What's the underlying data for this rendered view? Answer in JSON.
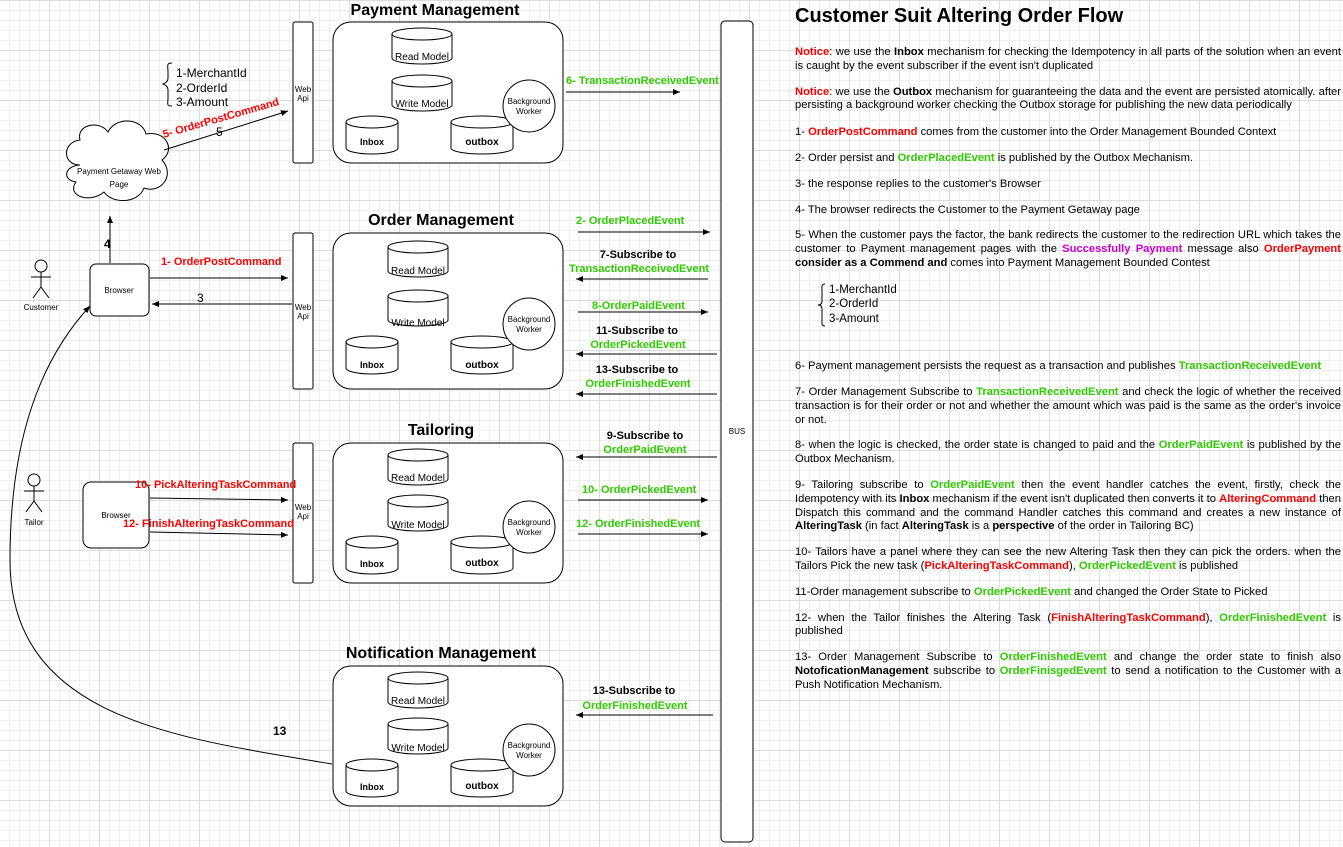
{
  "diagram": {
    "contexts": [
      {
        "title": "Payment Management",
        "read_model": "Read Model",
        "write_model": "Write Model",
        "inbox": "Inbox",
        "outbox": "outbox",
        "worker": [
          "Background",
          "Worker"
        ]
      },
      {
        "title": "Order Management",
        "read_model": "Read Model",
        "write_model": "Write Model",
        "inbox": "Inbox",
        "outbox": "outbox",
        "worker": [
          "Background",
          "Worker"
        ]
      },
      {
        "title": "Tailoring",
        "read_model": "Read Model",
        "write_model": "Write Model",
        "inbox": "Inbox",
        "outbox": "outbox",
        "worker": [
          "Background",
          "Worker"
        ]
      },
      {
        "title": "Notification Management",
        "read_model": "Read Model",
        "write_model": "Write Model",
        "inbox": "Inbox",
        "outbox": "outbox",
        "worker": [
          "Background",
          "Worker"
        ]
      }
    ],
    "webapi": [
      "Web",
      "Api"
    ],
    "bus": "BUS",
    "customer": "Customer",
    "tailor": "Tailor",
    "browser": "Browser",
    "gateway": [
      "Payment Getaway Web",
      "Page"
    ],
    "params": [
      "1-MerchantId",
      "2-OrderId",
      "3-Amount"
    ],
    "left_labels": {
      "orderpost_to_payment": "5- OrderPostCommand",
      "five": "5",
      "orderpost": "1- OrderPostCommand",
      "three": "3",
      "four": "4",
      "pick": "10- PickAlteringTaskCommand",
      "finish": "12- FinishAlteringTaskCommand",
      "thirteen": "13"
    },
    "bus_labels": {
      "l6": "6- TransactionReceivedEvent",
      "l2": "2- OrderPlacedEvent",
      "l7a": "7-Subscribe to",
      "l7b": "TransactionReceivedEvent",
      "l8": "8-OrderPaidEvent",
      "l11a": "11-Subscribe to",
      "l11b": "OrderPickedEvent",
      "l13a": "13-Subscribe to",
      "l13b": "OrderFinishedEvent",
      "l9a": "9-Subscribe to",
      "l9b": "OrderPaidEvent",
      "l10": "10- OrderPickedEvent",
      "l12": "12- OrderFinishedEvent",
      "n13a": "13-Subscribe to",
      "n13b": "OrderFinishedEvent"
    }
  },
  "panel": {
    "title": "Customer Suit Altering Order Flow",
    "notice_label": "Notice",
    "notice1": [
      ": we use the ",
      "Inbox",
      " mechanism for checking the Idempotency in all parts of the solution when an event is caught by the event subscriber if the event isn't duplicated"
    ],
    "notice2": [
      ": we use the ",
      "Outbox",
      " mechanism for guaranteeing the data and the event are persisted atomically. after persisting a background worker checking the Outbox storage for publishing the new data periodically"
    ],
    "s1": [
      "1- ",
      "OrderPostCommand",
      " comes from the customer into the Order Management Bounded Context"
    ],
    "s2": [
      "2-  Order persist and ",
      "OrderPlacedEvent",
      " is published by the Outbox Mechanism."
    ],
    "s3": "3- the response replies to the customer's Browser",
    "s4": "4- The browser redirects the Customer to the Payment Getaway page",
    "s5": [
      "5- When the customer pays the factor, the bank redirects the customer to the redirection URL which takes the customer to Payment management pages with the ",
      "Successfully Payment",
      " message also ",
      "OrderPayment",
      "  consider as a Commend  and",
      " comes into Payment Management Bounded Contest"
    ],
    "list": [
      "1-MerchantId",
      "2-OrderId",
      "3-Amount"
    ],
    "s6": [
      "6- Payment management persists the request as a transaction and publishes ",
      "TransactionReceivedEvent"
    ],
    "s7": [
      "7- Order Management Subscribe to  ",
      "TransactionReceivedEvent",
      " and check the logic of whether the received transaction is for their order or not and whether the amount which was paid is the same as the order's invoice or not."
    ],
    "s8": [
      "8- when the logic is checked, the order state is changed to paid and the ",
      "OrderPaidEvent",
      " is published by the Outbox Mechanism."
    ],
    "s9": [
      "9- Tailoring subscribe to ",
      "OrderPaidEvent",
      " then the event handler catches the event, firstly, check the Idempotency with its ",
      "Inbox",
      " mechanism if the event isn't duplicated then converts it to ",
      "AlteringCommand",
      " then Dispatch this command and the command Handler catches this command and creates a new instance of ",
      "AlteringTask",
      " (in fact ",
      "AlteringTask",
      " is a ",
      "perspective",
      " of the order in Tailoring BC)"
    ],
    "s10": [
      "10- Tailors have a panel where they can see the new Altering Task then they can pick the orders. when the Tailors Pick the new task (",
      "PickAlteringTaskCommand",
      "), ",
      "OrderPickedEvent",
      " is published"
    ],
    "s11": [
      "11-Order management subscribe to ",
      "OrderPickedEvent",
      " and changed the Order State to Picked"
    ],
    "s12": [
      "12- when the Tailor finishes the Altering Task (",
      "FinishAlteringTaskCommand",
      "), ",
      "OrderFinishedEvent",
      " is published"
    ],
    "s13": [
      "13- Order Management Subscribe to ",
      "OrderFinishedEvent",
      " and change the order state to finish also ",
      "NotoficationManagement",
      " subscribe to ",
      "OrderFinisgedEvent",
      " to send a notification to the Customer with a Push Notification Mechanism."
    ]
  }
}
